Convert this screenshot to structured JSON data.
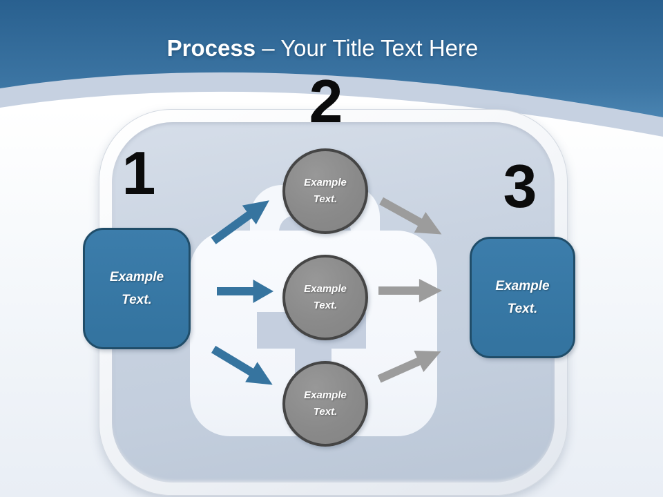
{
  "title": {
    "emphasis": "Process",
    "rest": " – Your Title Text Here"
  },
  "steps": {
    "step1": {
      "number": "1",
      "box_label": "Example Text."
    },
    "step2": {
      "number": "2",
      "circles": [
        "Example Text.",
        "Example Text.",
        "Example Text."
      ]
    },
    "step3": {
      "number": "3",
      "box_label": "Example Text."
    }
  },
  "colors": {
    "header_blue_top": "#2a5f8f",
    "header_blue_bottom": "#4580ae",
    "curve_band": "#c6d1e1",
    "panel_fill": "#c7d1e0",
    "accent_blue": "#3577a4",
    "box_border": "#204d69",
    "circle_gray": "#8b8b8b",
    "circle_border": "#454545",
    "arrow_blue": "#36749f",
    "arrow_gray": "#9c9c9c",
    "number_black": "#0b0b0b",
    "text_white": "#ffffff"
  }
}
